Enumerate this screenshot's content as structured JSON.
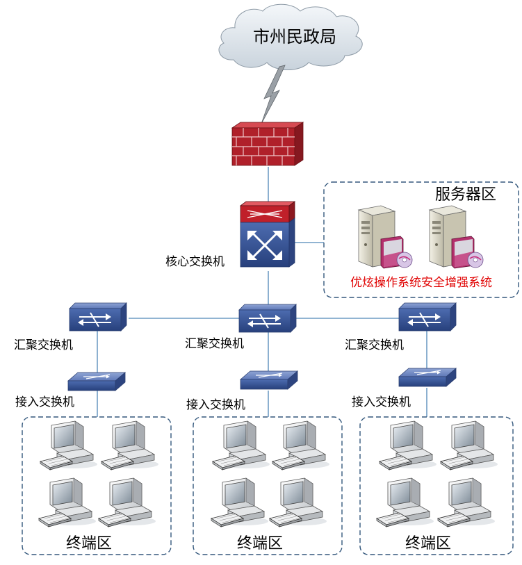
{
  "cloud": {
    "label": "市州民政局"
  },
  "core_switch": {
    "label": "核心交换机"
  },
  "server_zone": {
    "title": "服务器区",
    "software_label": "优炫操作系统安全增强系统"
  },
  "aggregation": [
    {
      "label": "汇聚交换机"
    },
    {
      "label": "汇聚交换机"
    },
    {
      "label": "汇聚交换机"
    }
  ],
  "access": [
    {
      "label": "接入交换机"
    },
    {
      "label": "接入交换机"
    },
    {
      "label": "接入交换机"
    }
  ],
  "terminal_zones": [
    {
      "label": "终端区"
    },
    {
      "label": "终端区"
    },
    {
      "label": "终端区"
    }
  ],
  "colors": {
    "link": "#4f86b7",
    "zone_border": "#33577c",
    "firewall": "#b0202a",
    "switch_body": "#3a5899",
    "switch_top": "#5d78b8",
    "router_red": "#c0202a",
    "label_red": "#e00000"
  }
}
